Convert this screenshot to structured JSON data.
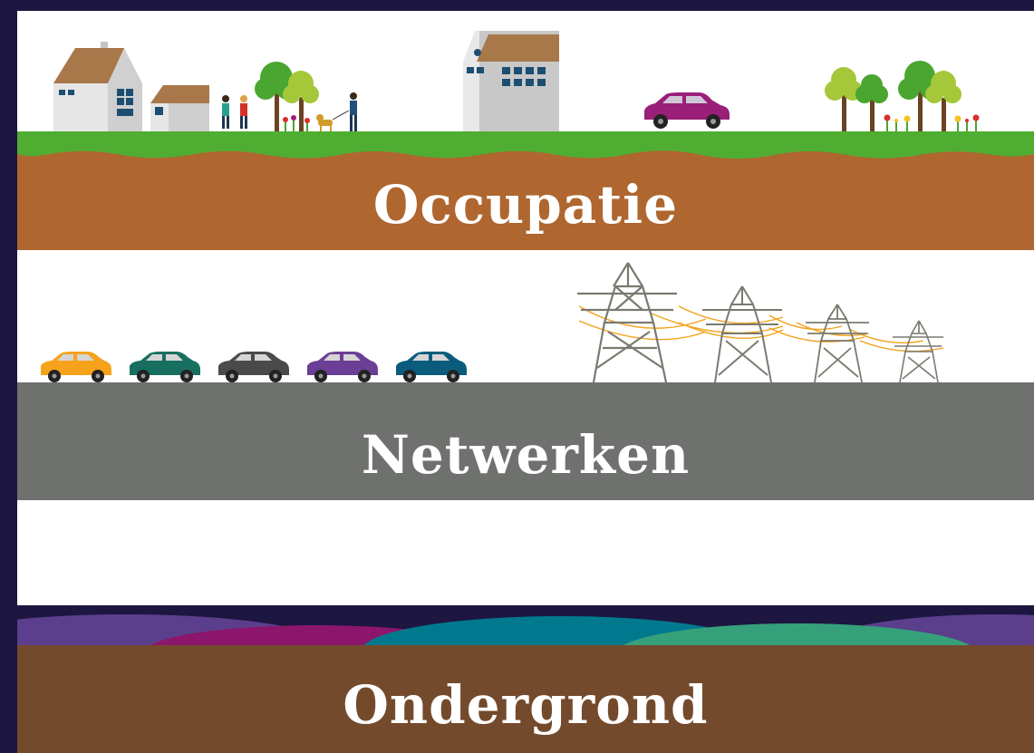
{
  "layers": {
    "occupatie": {
      "label": "Occupatie",
      "color": "#af662f"
    },
    "netwerken": {
      "label": "Netwerken",
      "color": "#6f716e"
    },
    "ondergrond": {
      "label": "Ondergrond",
      "color": "#744a2c"
    }
  },
  "scene": {
    "icons": [
      "house-icon",
      "person-icon",
      "dog-icon",
      "tree-icon",
      "flower-icon",
      "apartment-building-icon",
      "car-icon",
      "power-pylon-icon",
      "power-line-icon"
    ],
    "car_colors": [
      "#f7a21b",
      "#176f5f",
      "#4a4a4a",
      "#6a3f95",
      "#0b5c7c"
    ],
    "featured_car_color": "#9a1f78",
    "grass_color": "#4fae32",
    "hill_colors": [
      "#5b3f8c",
      "#8c166b",
      "#00798f",
      "#36a07a"
    ]
  }
}
